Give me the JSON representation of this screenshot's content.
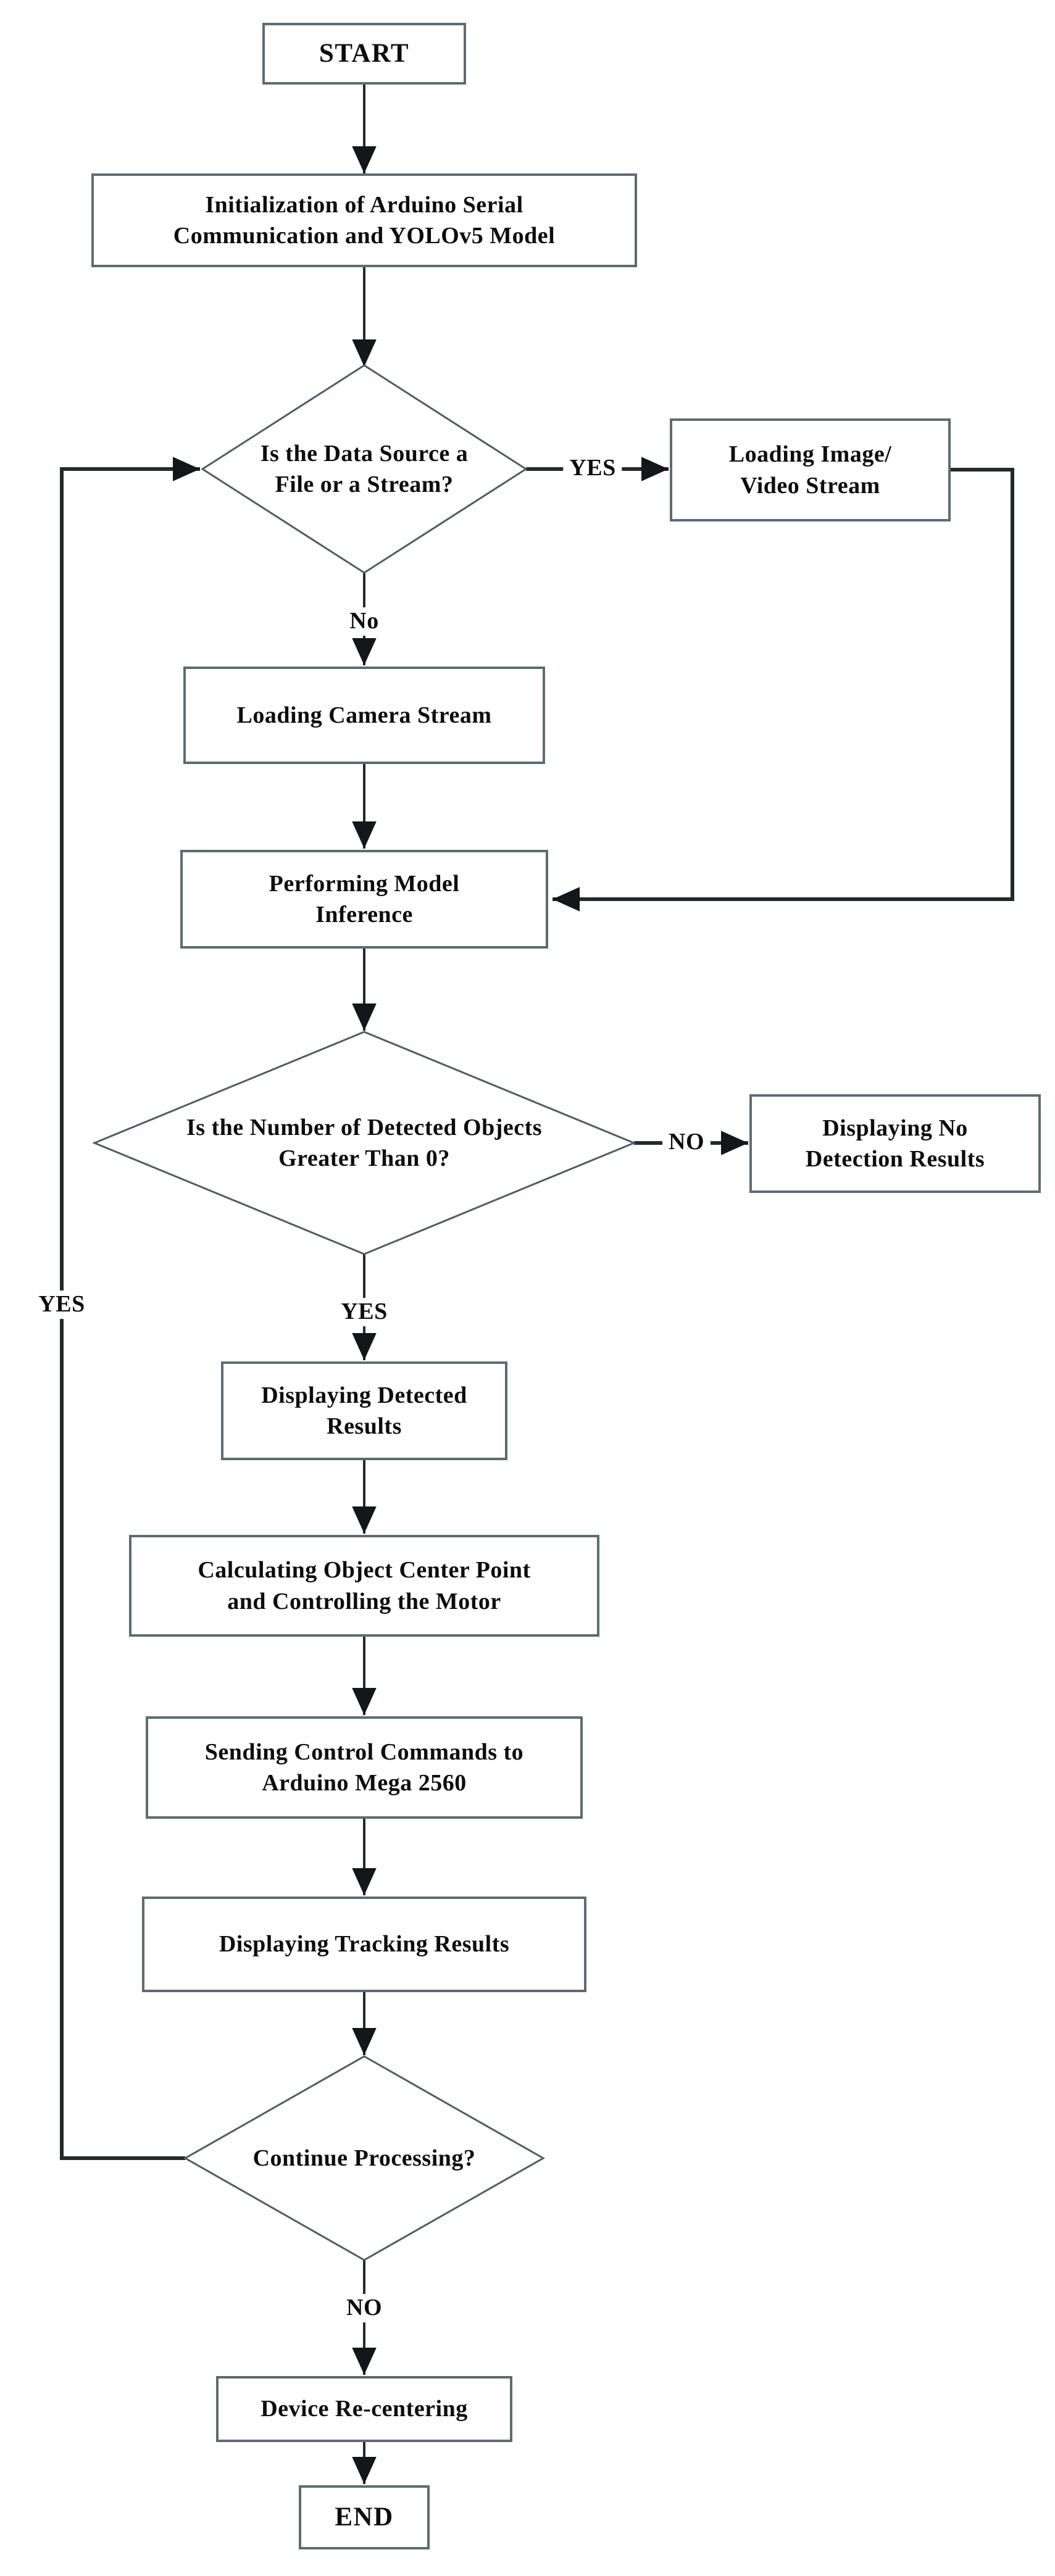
{
  "diagram": {
    "type": "flowchart",
    "nodes": {
      "start": {
        "label": "START",
        "shape": "process"
      },
      "init": {
        "label": "Initialization of Arduino Serial\nCommunication and YOLOv5 Model",
        "shape": "process"
      },
      "data_source_decision": {
        "label": "Is the Data Source a\nFile or a Stream?",
        "shape": "decision"
      },
      "load_image": {
        "label": "Loading Image/\nVideo Stream",
        "shape": "process"
      },
      "load_camera": {
        "label": "Loading Camera Stream",
        "shape": "process"
      },
      "inference": {
        "label": "Performing Model\nInference",
        "shape": "process"
      },
      "detection_decision": {
        "label": "Is the Number of Detected Objects\nGreater Than 0?",
        "shape": "decision"
      },
      "display_no_detection": {
        "label": "Displaying No\nDetection Results",
        "shape": "process"
      },
      "display_detected": {
        "label": "Displaying Detected\nResults",
        "shape": "process"
      },
      "calculate_center": {
        "label": "Calculating Object Center Point\nand Controlling the Motor",
        "shape": "process"
      },
      "send_commands": {
        "label": "Sending Control Commands to\nArduino Mega 2560",
        "shape": "process"
      },
      "display_tracking": {
        "label": "Displaying Tracking Results",
        "shape": "process"
      },
      "continue_decision": {
        "label": "Continue Processing?",
        "shape": "decision"
      },
      "recenter": {
        "label": "Device Re-centering",
        "shape": "process"
      },
      "end": {
        "label": "END",
        "shape": "process"
      }
    },
    "edge_labels": {
      "data_source_yes": "YES",
      "data_source_no": "No",
      "detection_no": "NO",
      "detection_yes": "YES",
      "continue_yes": "YES",
      "continue_no": "NO"
    },
    "edges": [
      {
        "from": "start",
        "to": "init",
        "label": ""
      },
      {
        "from": "init",
        "to": "data_source_decision",
        "label": ""
      },
      {
        "from": "data_source_decision",
        "to": "load_image",
        "label": "YES"
      },
      {
        "from": "data_source_decision",
        "to": "load_camera",
        "label": "No"
      },
      {
        "from": "load_image",
        "to": "inference",
        "label": ""
      },
      {
        "from": "load_camera",
        "to": "inference",
        "label": ""
      },
      {
        "from": "inference",
        "to": "detection_decision",
        "label": ""
      },
      {
        "from": "detection_decision",
        "to": "display_no_detection",
        "label": "NO"
      },
      {
        "from": "detection_decision",
        "to": "display_detected",
        "label": "YES"
      },
      {
        "from": "display_detected",
        "to": "calculate_center",
        "label": ""
      },
      {
        "from": "calculate_center",
        "to": "send_commands",
        "label": ""
      },
      {
        "from": "send_commands",
        "to": "display_tracking",
        "label": ""
      },
      {
        "from": "display_tracking",
        "to": "continue_decision",
        "label": ""
      },
      {
        "from": "continue_decision",
        "to": "data_source_decision",
        "label": "YES"
      },
      {
        "from": "continue_decision",
        "to": "recenter",
        "label": "NO"
      },
      {
        "from": "recenter",
        "to": "end",
        "label": ""
      }
    ],
    "colors": {
      "background": "#ffffff",
      "box_border": "#5d6c71",
      "diamond_border": "#4e5e64",
      "connector": "#24292c",
      "arrowhead": "#141719",
      "text": "#0d0d0d"
    }
  }
}
